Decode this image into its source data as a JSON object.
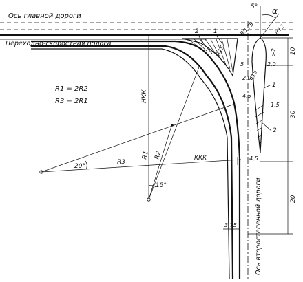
{
  "labels": {
    "main_road_axis": "Ось главной дороги",
    "speed_lane": "Переходно-скоростная полоса",
    "secondary_road_axis": "Ось второстепенной дороги",
    "formula_1": "R1 = 2R2",
    "formula_2": "R3 = 2R1",
    "r1": "R1",
    "r2": "R2",
    "r3": "R3",
    "nkk": "НКК",
    "kkk": "ККК",
    "angle_20": "20°",
    "angle_15": "15°",
    "angle_5": "5°",
    "alpha": "α",
    "r15_a": "R15",
    "r15_b": "R15",
    "r0_75": "R0,75",
    "r12": "R12",
    "dim_10": "10",
    "dim_30": "30",
    "dim_20": "20",
    "dim_2_0_a": "2,0",
    "dim_2_0_b": "2,0",
    "dim_ge2": "≥2",
    "dim_4_5_a": "4,5",
    "dim_4_5_b": "4,5",
    "dim_1_5": "1,5",
    "dim_5": "5",
    "dim_3_75": "3,75",
    "mark_1_a": "1",
    "mark_2_a": "2",
    "mark_1_b": "1",
    "mark_2_b": "2"
  }
}
